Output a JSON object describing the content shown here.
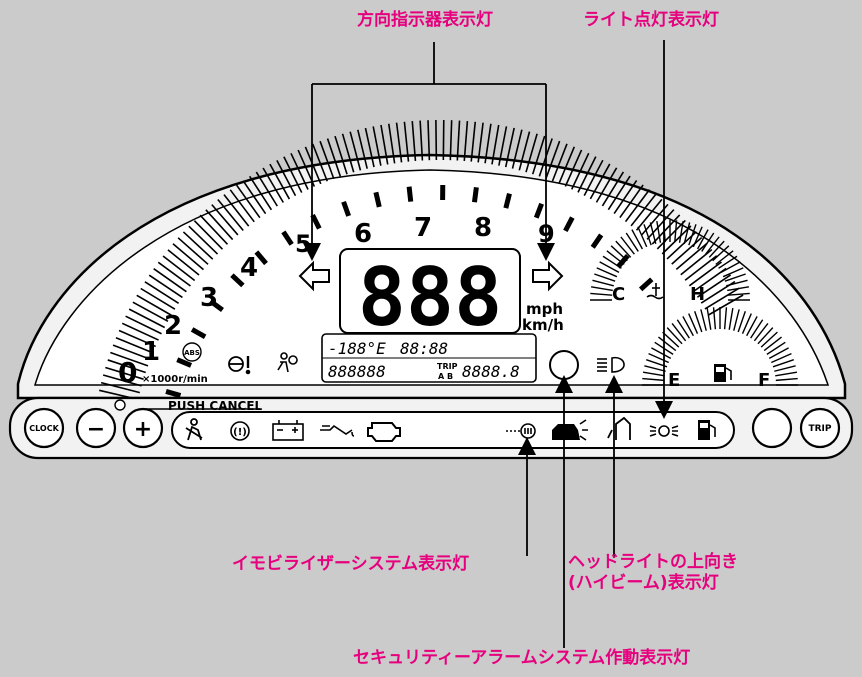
{
  "callouts": {
    "turn_signal": "方向指示器表示灯",
    "light_on": "ライト点灯表示灯",
    "immobilizer": "イモビライザーシステム表示灯",
    "headlight_high_line1": "ヘッドライトの上向き",
    "headlight_high_line2": "(ハイビーム)表示灯",
    "security_alarm": "セキュリティーアラームシステム作動表示灯"
  },
  "tachometer": {
    "numbers": [
      "0",
      "1",
      "2",
      "3",
      "4",
      "5",
      "6",
      "7",
      "8",
      "9"
    ],
    "unit": "×1000r/min"
  },
  "speedometer": {
    "value": "888",
    "unit_mph": "mph",
    "unit_kmh": "km/h"
  },
  "lcd": {
    "temp": "-188°E",
    "clock": "88:88",
    "odometer": "888888",
    "trip_label": "TRIP",
    "trip_ab": "A B",
    "trip_value": "8888.8"
  },
  "temp_gauge": {
    "cold": "C",
    "hot": "H"
  },
  "fuel_gauge": {
    "empty": "E",
    "full": "F"
  },
  "buttons": {
    "clock": "CLOCK",
    "minus": "−",
    "plus": "+",
    "push_cancel": "PUSH CANCEL",
    "trip": "TRIP"
  },
  "warnings": {
    "abs": "ABS",
    "brake": "(!)"
  }
}
